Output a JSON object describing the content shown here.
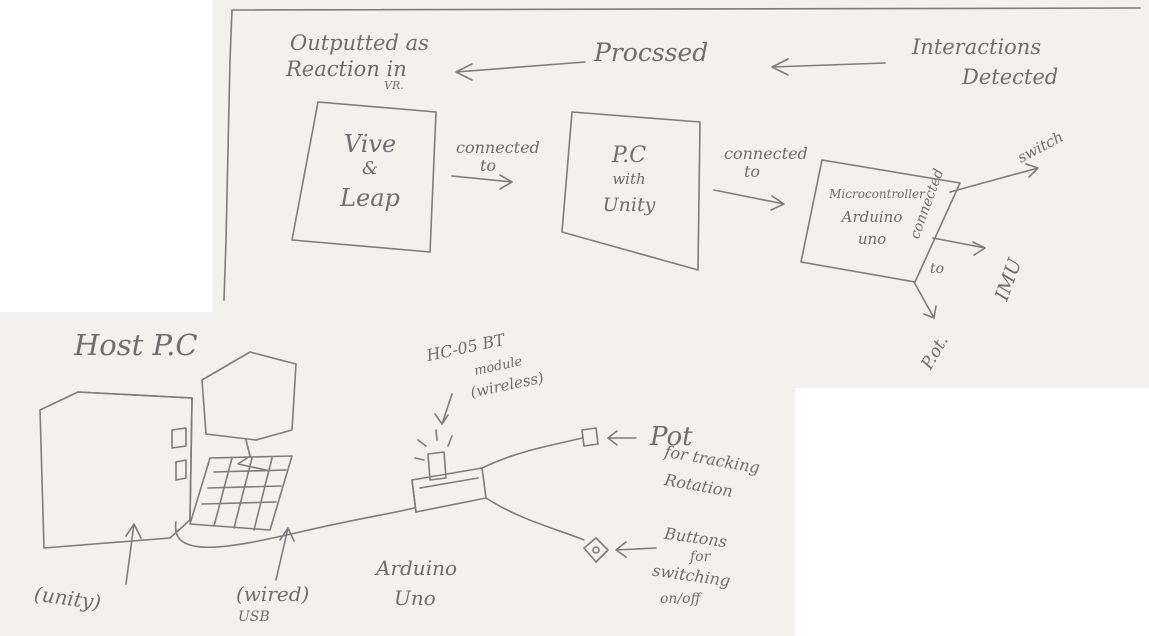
{
  "top": {
    "flow_output": "Outputted as",
    "flow_output_2": "Reaction in",
    "flow_vr": "VR.",
    "flow_processed": "Procssed",
    "flow_interaction": "Interactions",
    "flow_detected": "Detected",
    "box_vive": "Vive",
    "box_amp": "&",
    "box_leap": "Leap",
    "conn_1": "connected",
    "conn_1b": "to",
    "box_pc": "P.C",
    "box_with": "with",
    "box_unity": "Unity",
    "conn_2": "connected",
    "conn_2b": "to",
    "box_micro": "Microcontroller",
    "box_arduino": "Arduino",
    "box_uno": "uno",
    "conn_3": "connected",
    "conn_3b": "to",
    "out_switch": "switch",
    "out_imu": "IMU",
    "out_pot": "P.ot."
  },
  "bottom": {
    "host_pc": "Host P.C",
    "bt_1": "HC-05 BT",
    "bt_2": "module",
    "bt_3": "(wireless)",
    "pot": "Pot",
    "pot_desc_1": "for tracking",
    "pot_desc_2": "Rotation",
    "buttons": "Buttons",
    "buttons_desc_1": "for",
    "buttons_desc_2": "switching",
    "buttons_desc_3": "on/off",
    "unity": "(unity)",
    "wired_1": "(wired)",
    "wired_2": "USB",
    "arduino_1": "Arduino",
    "arduino_2": "Uno"
  }
}
